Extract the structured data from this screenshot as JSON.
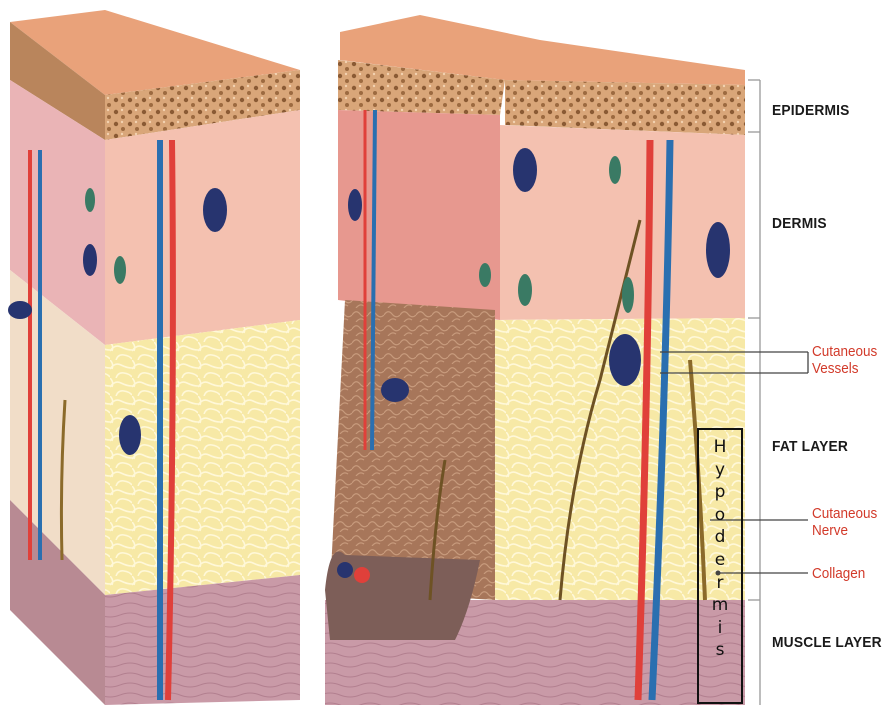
{
  "layers": {
    "epidermis": "EPIDERMIS",
    "dermis": "DERMIS",
    "fat_layer": "FAT LAYER",
    "muscle_layer": "MUSCLE LAYER"
  },
  "callouts": {
    "vessels_line1": "Cutaneous",
    "vessels_line2": "Vessels",
    "nerve_line1": "Cutaneous",
    "nerve_line2": "Nerve",
    "collagen": "Collagen"
  },
  "annotation": {
    "hypodermis": "Hypodermis"
  },
  "colors": {
    "label_text": "#1a1a1a",
    "callout_text": "#d23a2a",
    "artery": "#e0403a",
    "vein": "#2a6fb0",
    "fat": "#f6e79a",
    "dermis": "#f2b7a6",
    "muscle": "#c79aa8",
    "epidermis_top": "#e9a27a"
  }
}
